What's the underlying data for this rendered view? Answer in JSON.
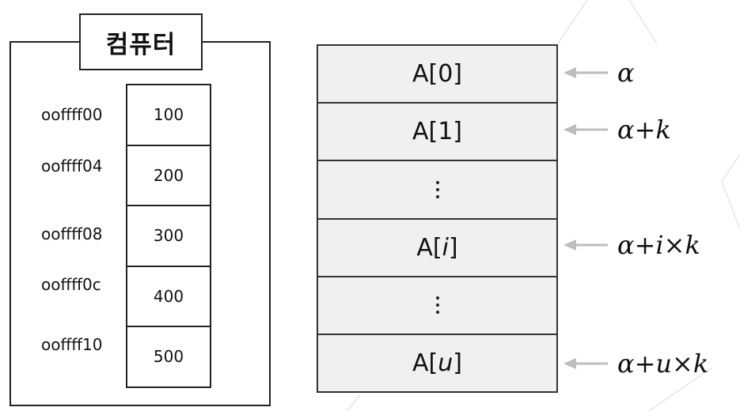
{
  "computer": {
    "title": "컴퓨터",
    "addresses": [
      "ooffff00",
      "ooffff04",
      "ooffff08",
      "ooffff0c",
      "ooffff10"
    ],
    "values": [
      "100",
      "200",
      "300",
      "400",
      "500"
    ]
  },
  "array": {
    "cells": [
      {
        "prefix": "A[",
        "index": "0",
        "suffix": "]",
        "italic": false
      },
      {
        "prefix": "A[",
        "index": "1",
        "suffix": "]",
        "italic": false
      },
      {
        "dots": true
      },
      {
        "prefix": "A[",
        "index": "i",
        "suffix": "]",
        "italic": true
      },
      {
        "dots": true
      },
      {
        "prefix": "A[",
        "index": "u",
        "suffix": "]",
        "italic": true
      }
    ],
    "pointers": [
      {
        "alpha": "α",
        "rest": ""
      },
      {
        "alpha": "α",
        "rest": "+k"
      },
      {
        "alpha": "α",
        "rest": "+i×k"
      },
      {
        "alpha": "α",
        "rest": "+u×k"
      }
    ],
    "arrow_color": "#bdbdbd"
  }
}
